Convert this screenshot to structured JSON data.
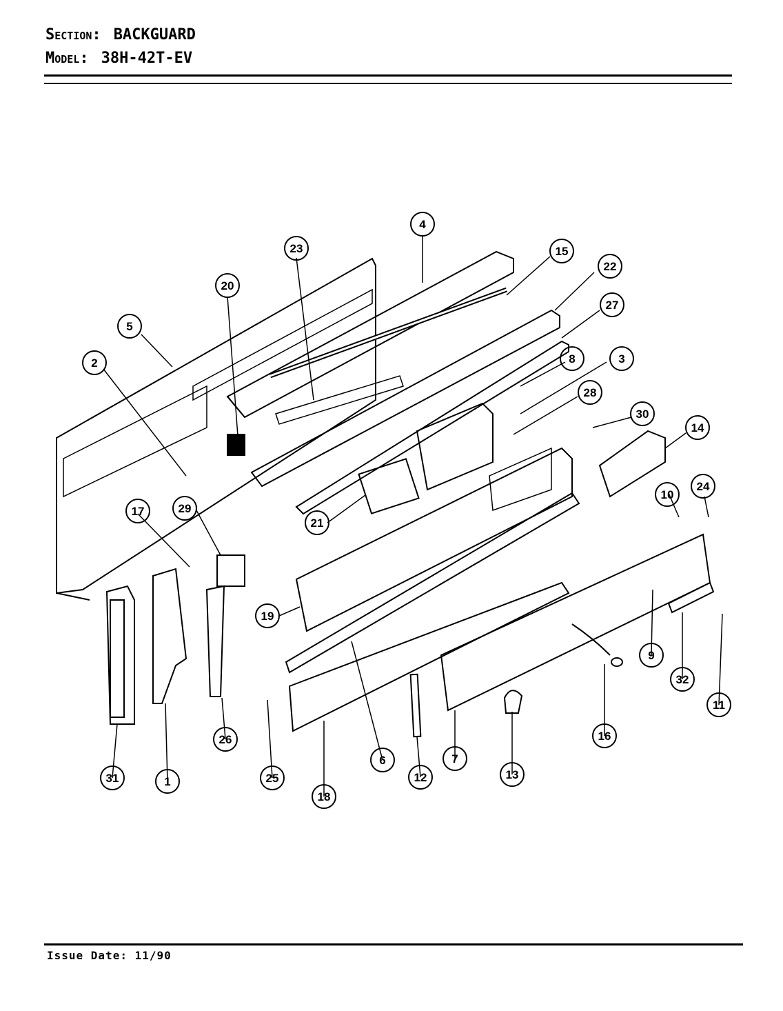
{
  "header": {
    "section_label": "Section:",
    "section_value": "BACKGUARD",
    "model_label": "Model:",
    "model_value": "38H-42T-EV"
  },
  "footer": {
    "issue_label": "Issue Date:",
    "issue_value": "11/90"
  },
  "callouts": [
    "1",
    "2",
    "3",
    "4",
    "5",
    "6",
    "7",
    "8",
    "9",
    "10",
    "11",
    "12",
    "13",
    "14",
    "15",
    "16",
    "17",
    "18",
    "19",
    "20",
    "21",
    "22",
    "23",
    "24",
    "25",
    "26",
    "27",
    "28",
    "29",
    "30",
    "31",
    "32"
  ]
}
